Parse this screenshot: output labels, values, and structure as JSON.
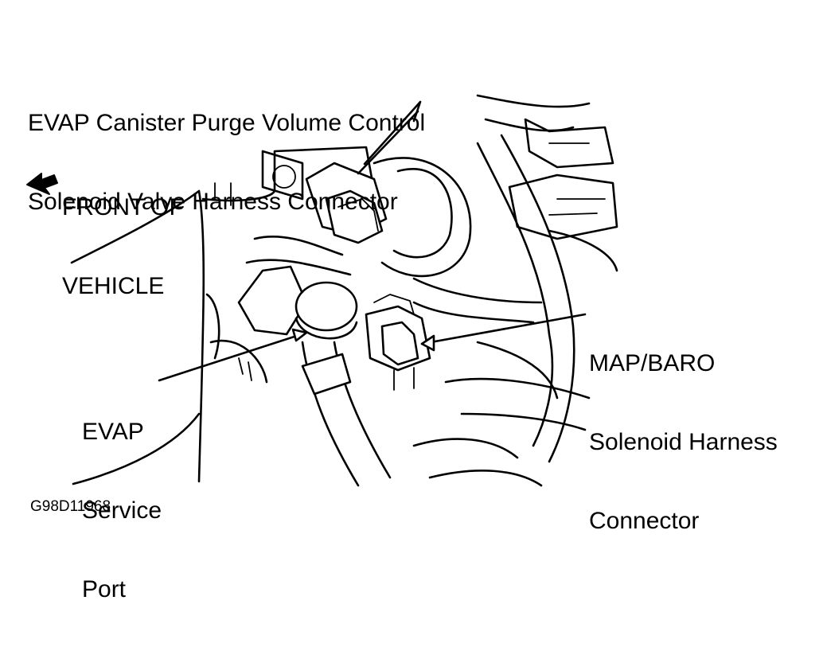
{
  "labels": {
    "evap_purge": [
      "EVAP Canister Purge Volume Control",
      "Solenoid Valve Harness Connector"
    ],
    "front_of_vehicle": [
      "FRONT OF",
      "VEHICLE"
    ],
    "map_baro": [
      "MAP/BARO",
      "Solenoid Harness",
      "Connector"
    ],
    "evap_service_port": [
      "EVAP",
      "Service",
      "Port"
    ]
  },
  "figure_id": "G98D11968",
  "icons": {
    "direction_arrow": "arrow-left-icon"
  }
}
